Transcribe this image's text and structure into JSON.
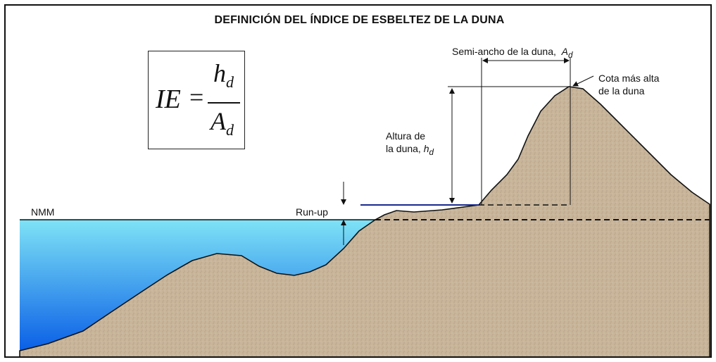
{
  "title": "DEFINICIÓN DEL ÍNDICE  DE ESBELTEZ DE LA DUNA",
  "formula": {
    "lhs": "IE",
    "equals": "=",
    "numerator": "h",
    "numerator_sub": "d",
    "denominator": "A",
    "denominator_sub": "d"
  },
  "labels": {
    "nmm": "NMM",
    "runup": "Run-up",
    "semi_ancho": "Semi-ancho de la duna,",
    "semi_ancho_sym": "A",
    "semi_ancho_sub": "d",
    "altura_line1": "Altura de",
    "altura_line2": "la duna,",
    "altura_sym": "h",
    "altura_sub": "d",
    "cota_line1": "Cota más alta",
    "cota_line2": "de la duna"
  },
  "colors": {
    "sand": "#c8b59a",
    "water_top": "#7ee3f6",
    "water_bottom": "#0a5fe6",
    "runup_line": "#1a2a8c",
    "outline": "#111111"
  }
}
